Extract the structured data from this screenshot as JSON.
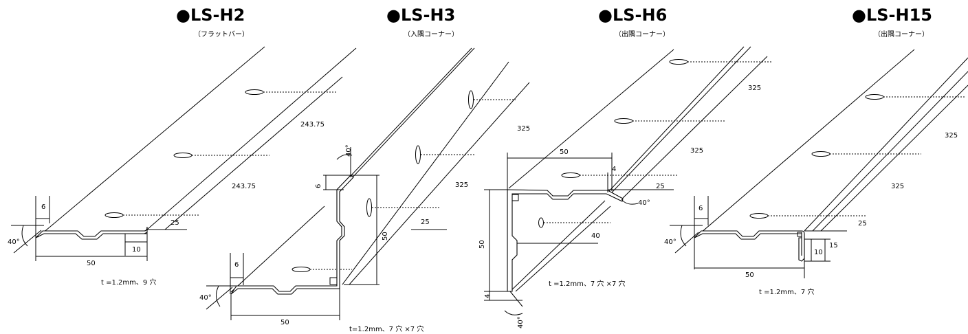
{
  "panels": [
    {
      "title": "●LS-H2",
      "subtitle": "（フラットバー）",
      "spec": "t =1.2mm、9 穴",
      "dims": {
        "d1": "243.75",
        "d2": "243.75",
        "d3": "25",
        "d4": "6",
        "d5": "10",
        "d6": "50",
        "angle": "40°"
      }
    },
    {
      "title": "●LS-H3",
      "subtitle": "（入隅コーナー）",
      "spec": "t=1.2mm、7 穴 ×7 穴",
      "dims": {
        "d1": "325",
        "d2": "325",
        "d3": "25",
        "d4": "6",
        "d5": "50",
        "d6": "50",
        "d7": "6",
        "angle1": "40°",
        "angle2": "40°"
      }
    },
    {
      "title": "●LS-H6",
      "subtitle": "（出隅コーナー）",
      "spec": "t =1.2mm、7 穴 ×7 穴",
      "dims": {
        "d1": "325",
        "d2": "325",
        "d3": "25",
        "d4": "50",
        "d5": "4",
        "d6": "50",
        "d7": "4",
        "d8": "40",
        "angle1": "40°",
        "angle2": "40°"
      }
    },
    {
      "title": "●LS-H15",
      "subtitle": "（出隅コーナー）",
      "spec": "t =1.2mm、7 穴",
      "dims": {
        "d1": "325",
        "d2": "325",
        "d3": "25",
        "d4": "6",
        "d5": "10",
        "d6": "15",
        "d7": "50",
        "angle": "40°"
      }
    }
  ]
}
